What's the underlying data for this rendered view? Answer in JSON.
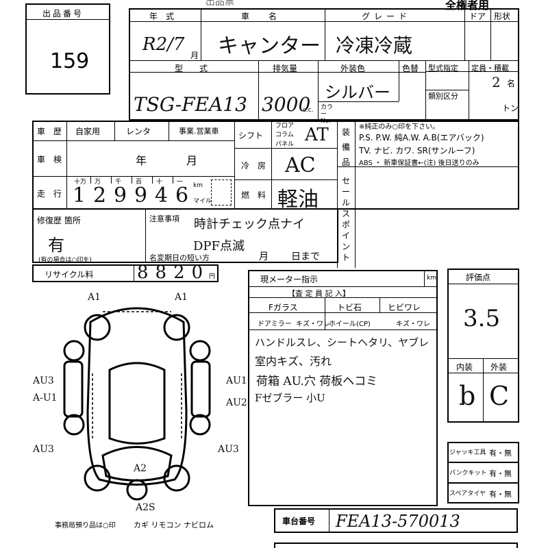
{
  "lot": {
    "label": "出品番号",
    "number": "159"
  },
  "header_title": "出品票",
  "header_right": "全権者用",
  "top": {
    "year_label": "年　式",
    "car_name_label": "車　名",
    "grade_label": "グレード",
    "door_label": "ドア",
    "shape_label": "形状",
    "year_value": "R2/7",
    "month_suffix": "月",
    "car_name": "キャンター",
    "grade": "冷凍冷蔵"
  },
  "row2": {
    "model_label": "型　式",
    "displacement_label": "排気量",
    "color_label": "外装色",
    "color_no_label": "色替",
    "designation_label": "型式指定",
    "capacity_label": "定員・積載",
    "category_label": "類別区分",
    "model": "TSG-FEA13",
    "displacement": "3000",
    "cc": "c.c.",
    "color": "シルバー",
    "color_no_prefix": "カラーNo.",
    "capacity": "2",
    "capacity_unit": "名",
    "ton_unit": "トン"
  },
  "history": {
    "label": "車　歴",
    "private": "自家用",
    "rental": "レンタ",
    "commercial": "事業.営業車",
    "inspection_label": "車　検",
    "year": "年",
    "month": "月",
    "mileage_label": "走　行",
    "digit_labels": [
      "十万",
      "万",
      "千",
      "百",
      "十",
      "一"
    ],
    "mileage_digits": [
      "1",
      "2",
      "9",
      "9",
      "4",
      "6"
    ],
    "km": "km",
    "mile": "マイル"
  },
  "mid": {
    "shift_label": "シフト",
    "shift_options": [
      "フロア",
      "コラム",
      "パネル"
    ],
    "shift_value": "AT",
    "ac_label": "冷　房",
    "ac_value": "AC",
    "fuel_label": "燃　料",
    "fuel_value": "軽油"
  },
  "equipment": {
    "label": "装備品",
    "note": "※純正のみ○印を下さい。",
    "line1": "P.S. P.W. 純A.W. A.B(エアバック)",
    "line2": "TV. ナビ. カワ. SR(サンルーフ)",
    "line3": "ABS ・ 新車保証書←(注) 後日送りのみ",
    "sales_point_label": "セールスポイント"
  },
  "repair": {
    "label": "修復歴 箇所",
    "value": "有",
    "note": "(有の場合は○印を)"
  },
  "caution": {
    "label": "注意事項",
    "line1": "時計チェック点ナイ",
    "line2": "DPF点滅",
    "deadline_label": "名変期日の短い方",
    "month": "月",
    "day": "日まで"
  },
  "recycle": {
    "label": "リサイクル料",
    "value": "8820",
    "yen": "円"
  },
  "meter": {
    "label": "現メーター指示",
    "unit": "km"
  },
  "inspector": {
    "header": "【査 定 員 記 入】",
    "fglass": "Fガラス",
    "fglass_options": [
      "トビ石",
      "ヒビワレ"
    ],
    "door_mirror": "ドアミラー",
    "door_mirror_options": "キズ・ワレ",
    "wheel": "ホイール(CP)",
    "wheel_options": "キズ・ワレ",
    "notes": [
      "ハンドルスレ、シートヘタリ、ヤブレ",
      "室内キズ、汚れ",
      "荷箱 AU.穴 荷板ヘコミ",
      "Fゼブラー 小U"
    ]
  },
  "grade_box": {
    "label": "評価点",
    "value": "3.5",
    "interior_label": "内装",
    "exterior_label": "外装",
    "interior": "b",
    "exterior": "C"
  },
  "tools": [
    {
      "label": "ジャッキ工具",
      "value": "有・無"
    },
    {
      "label": "パンクキット",
      "value": "有・無"
    },
    {
      "label": "スペアタイヤ",
      "value": "有・無"
    }
  ],
  "diagram_marks": [
    "A1",
    "A1",
    "AU3",
    "A-U1",
    "AU1",
    "AU2",
    "AU3",
    "AU3",
    "A2",
    "A2S"
  ],
  "office": {
    "text": "事務局預り品は○印",
    "items": "カギ リモコン ナビロム"
  },
  "chassis": {
    "label": "車台番号",
    "value": "FEA13-570013"
  }
}
